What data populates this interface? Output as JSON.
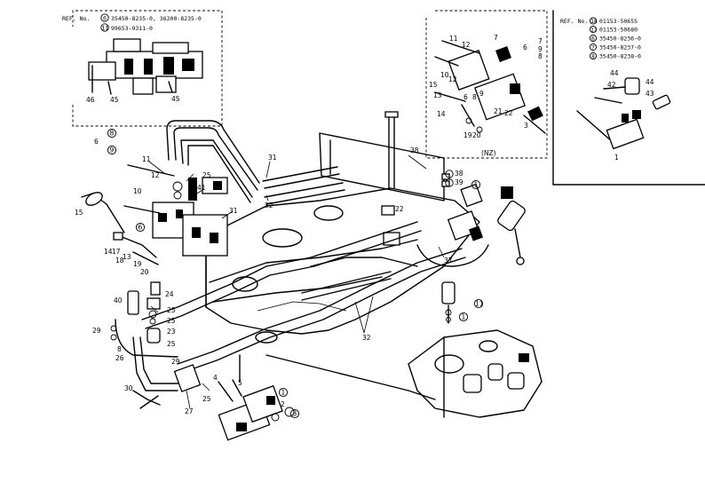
{
  "ref_box_top_left": {
    "line1_prefix": "REF. No.",
    "line1_circled": "6",
    "line1_values": "35450-8235-0, 36200-8235-0",
    "line2_circled": "11",
    "line2_value": "99653-9311-0",
    "labels": [
      "46",
      "45",
      "45"
    ]
  },
  "ref_box_top_right": {
    "prefix": "REF. No.",
    "rows": [
      {
        "circled": "18",
        "value": "01153-50655"
      },
      {
        "circled": "11",
        "value": "01153-50680"
      },
      {
        "circled": "6",
        "value": "35450-8236-0"
      },
      {
        "circled": "7",
        "value": "35450-8237-0"
      },
      {
        "circled": "8",
        "value": "35450-8238-0"
      }
    ],
    "labels": [
      "44",
      "42",
      "44",
      "43",
      "1"
    ]
  },
  "nz_box": {
    "title": "(NZ)",
    "labels": [
      "11",
      "12",
      "7",
      "6",
      "7",
      "8",
      "9",
      "10",
      "12",
      "15",
      "13",
      "14",
      "6",
      "8",
      "9",
      "21",
      "22",
      "19",
      "20",
      "3"
    ]
  },
  "callouts": {
    "left": [
      "8",
      "9",
      "11",
      "25",
      "12",
      "41",
      "10",
      "15",
      "6",
      "31",
      "14",
      "13",
      "19",
      "20",
      "18",
      "17"
    ],
    "center": [
      "31",
      "32",
      "38",
      "38",
      "39",
      "22",
      "1",
      "37",
      "32"
    ],
    "lower": [
      "40",
      "24",
      "25",
      "25",
      "23",
      "25",
      "29",
      "8",
      "26",
      "29",
      "30",
      "27",
      "25",
      "4",
      "5",
      "1",
      "2",
      "3"
    ],
    "right": [
      "11",
      "1"
    ]
  }
}
